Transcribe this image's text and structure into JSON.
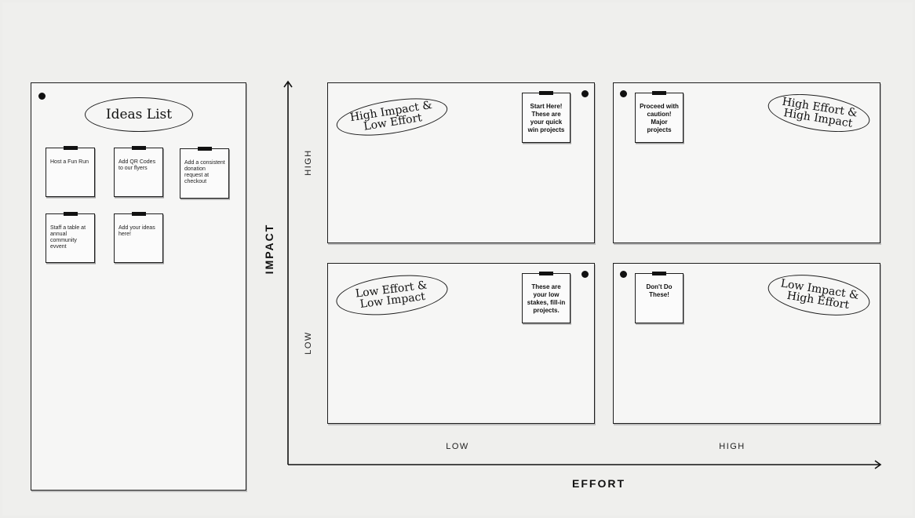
{
  "ideas": {
    "title": "Ideas List",
    "notes": [
      "Host a Fun Run",
      "Add QR Codes to our flyers",
      "Add a consistent donation request at checkout",
      "Staff a table at annual community evvent",
      "Add your ideas here!"
    ]
  },
  "matrix": {
    "y_axis": {
      "title": "IMPACT",
      "high": "HIGH",
      "low": "LOW"
    },
    "x_axis": {
      "title": "EFFORT",
      "low": "LOW",
      "high": "HIGH"
    },
    "quadrants": {
      "top_left": {
        "title": "High Impact & Low Effort",
        "note": "Start Here! These are your quick win projects"
      },
      "top_right": {
        "title": "High Effort & High Impact",
        "note": "Proceed with caution! Major projects"
      },
      "bottom_left": {
        "title": "Low Effort & Low Impact",
        "note": "These are your low stakes, fill-in projects."
      },
      "bottom_right": {
        "title": "Low Impact & High Effort",
        "note": "Don't Do These!"
      }
    }
  }
}
